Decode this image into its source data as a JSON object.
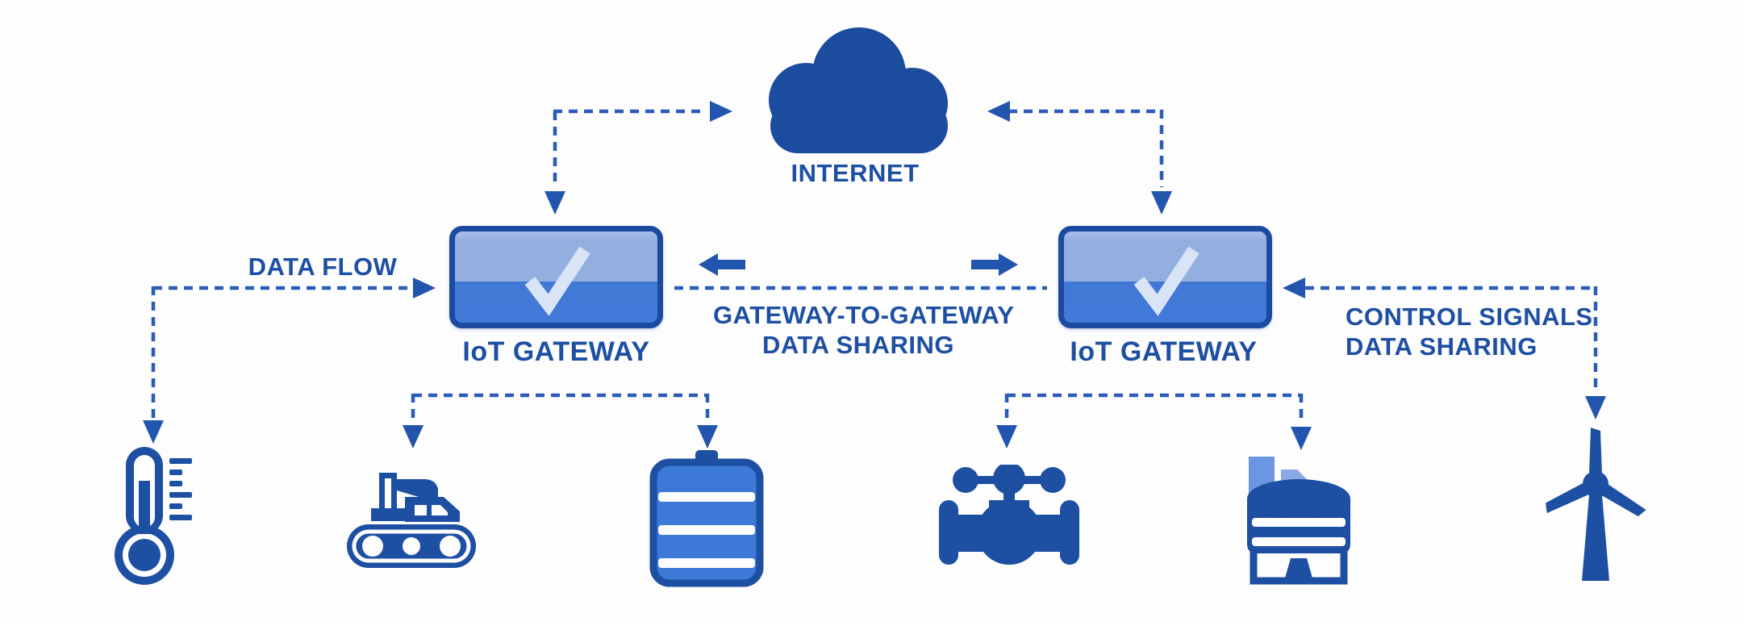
{
  "title": "IoT gateway network diagram",
  "colors": {
    "primary": "#1d4fa2",
    "dashed_line": "#2b5cb8",
    "gateway_box_top": "#93afe0",
    "gateway_box_bottom": "#4278d5",
    "gateway_box_border": "#1b4aa0",
    "checkmark": "#d9e4f6",
    "tank_fill": "#3d79d7",
    "chimney_light": "#6b97e0",
    "chimney_lighter": "#8aa9e6",
    "background": "#fdfdfd"
  },
  "nodes": {
    "internet": {
      "label": "INTERNET",
      "icon": "cloud-icon"
    },
    "gateway_left": {
      "label": "IoT GATEWAY",
      "icon": "checkmark-box-icon"
    },
    "gateway_right": {
      "label": "IoT GATEWAY",
      "icon": "checkmark-box-icon"
    }
  },
  "labels": {
    "data_flow": "DATA FLOW",
    "gateway_to_gateway": {
      "line1": "GATEWAY-TO-GATEWAY",
      "line2": "DATA SHARING"
    },
    "control_signals": {
      "line1": "CONTROL SIGNALS",
      "line2": "DATA SHARING"
    }
  },
  "device_icons": [
    "thermometer-icon",
    "conveyor-belt-icon",
    "storage-tank-icon",
    "valve-icon",
    "factory-storage-icon",
    "wind-turbine-icon"
  ]
}
